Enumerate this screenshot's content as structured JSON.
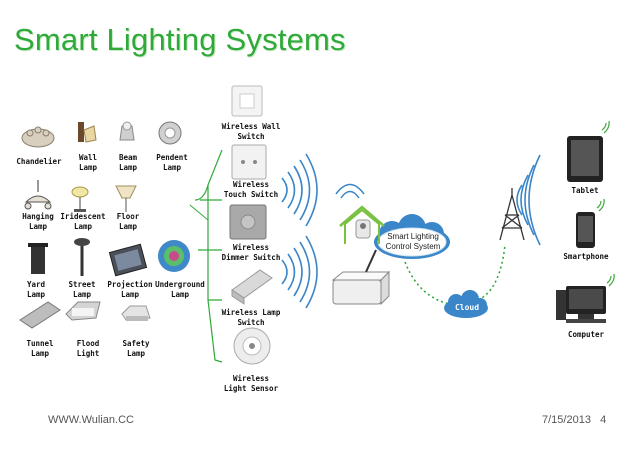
{
  "title": "Smart Lighting Systems",
  "lamps": {
    "chandelier": "Chandelier",
    "wall": "Wall\nLamp",
    "beam": "Beam\nLamp",
    "pendant": "Pendent\nLamp",
    "hanging": "Hanging\nLamp",
    "iridescent": "Iridescent\nLamp",
    "floor": "Floor\nLamp",
    "yard": "Yard\nLamp",
    "street": "Street\nLamp",
    "projection": "Projection\nLamp",
    "underground": "Underground\nLamp",
    "tunnel": "Tunnel\nLamp",
    "flood": "Flood\nLight",
    "safety": "Safety\nLamp"
  },
  "switches": {
    "wall_switch": "Wireless Wall\nSwitch",
    "touch_switch": "Wireless\nTouch Switch",
    "dimmer_switch": "Wireless\nDimmer Switch",
    "lamp_switch": "Wireless Lamp\nSwitch",
    "light_sensor": "Wireless\nLight Sensor"
  },
  "control_system": "Smart Lighting\nControl System",
  "cloud": "Cloud",
  "devices": {
    "tablet": "Tablet",
    "smartphone": "Smartphone",
    "computer": "Computer"
  },
  "footer": {
    "website": "WWW.Wulian.CC",
    "date": "7/15/2013",
    "page": "4"
  },
  "colors": {
    "title": "#2faa3a",
    "connector": "#2faa3a",
    "wifi": "#3a86c8",
    "cloud": "#3a86c8"
  }
}
